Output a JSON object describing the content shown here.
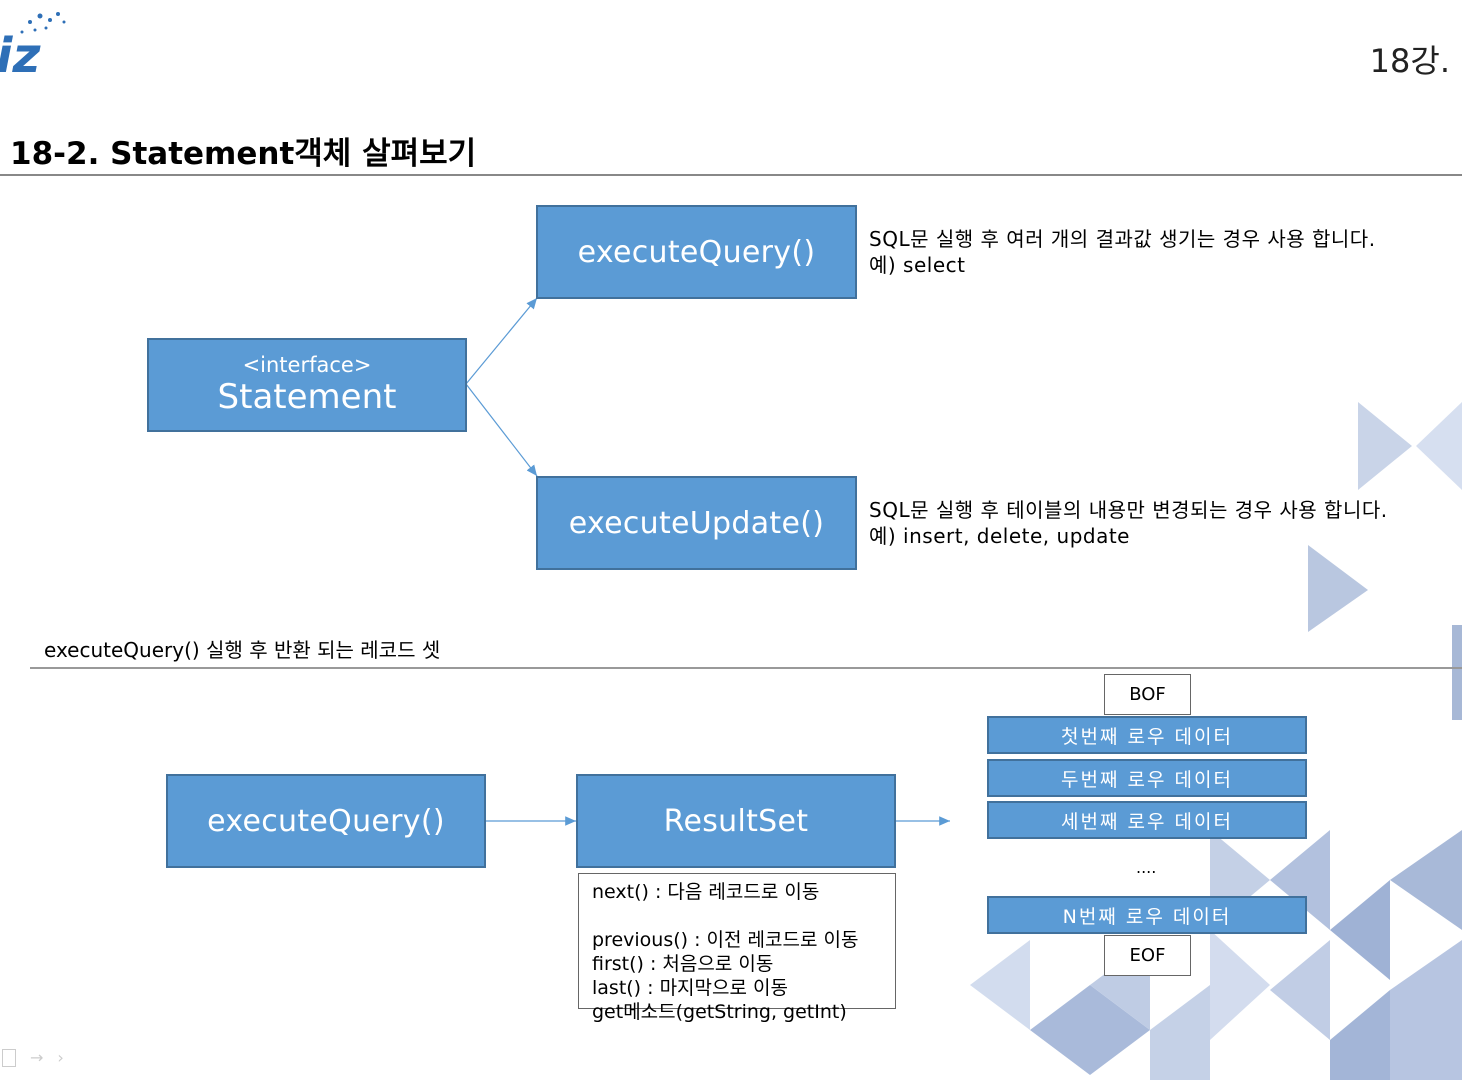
{
  "header": {
    "logo_text": "iz",
    "lecture": "18강."
  },
  "slide": {
    "title": "18-2. Statement객체 살펴보기"
  },
  "diagram_top": {
    "statement": {
      "stereotype": "<interface>",
      "name": "Statement"
    },
    "execute_query": "executeQuery()",
    "execute_update": "executeUpdate()",
    "query_desc": [
      "SQL문 실행 후 여러 개의 결과값 생기는 경우 사용 합니다.",
      "예) select"
    ],
    "update_desc": [
      "SQL문 실행 후 테이블의 내용만 변경되는 경우 사용 합니다.",
      "예) insert, delete, update"
    ]
  },
  "diagram_bottom": {
    "section_label": "executeQuery() 실행 후 반환 되는 레코드 셋",
    "execute_query": "executeQuery()",
    "resultset": "ResultSet",
    "methods": [
      "next() : 다음 레코드로 이동",
      "",
      "previous() : 이전 레코드로 이동",
      "first() : 처음으로 이동",
      "last() : 마지막으로 이동",
      "get메소드(getString, getInt)"
    ],
    "bof": "BOF",
    "rows": [
      "첫번째 로우 데이터",
      "두번째 로우 데이터",
      "세번째 로우 데이터"
    ],
    "ellipsis": "....",
    "last_row": "N번째 로우 데이터",
    "eof": "EOF"
  },
  "colors": {
    "box_fill": "#5b9bd5",
    "box_border": "#41719c",
    "connector": "#5b9bd5",
    "logo": "#2e6fb7",
    "decor": "#b4c4de"
  }
}
